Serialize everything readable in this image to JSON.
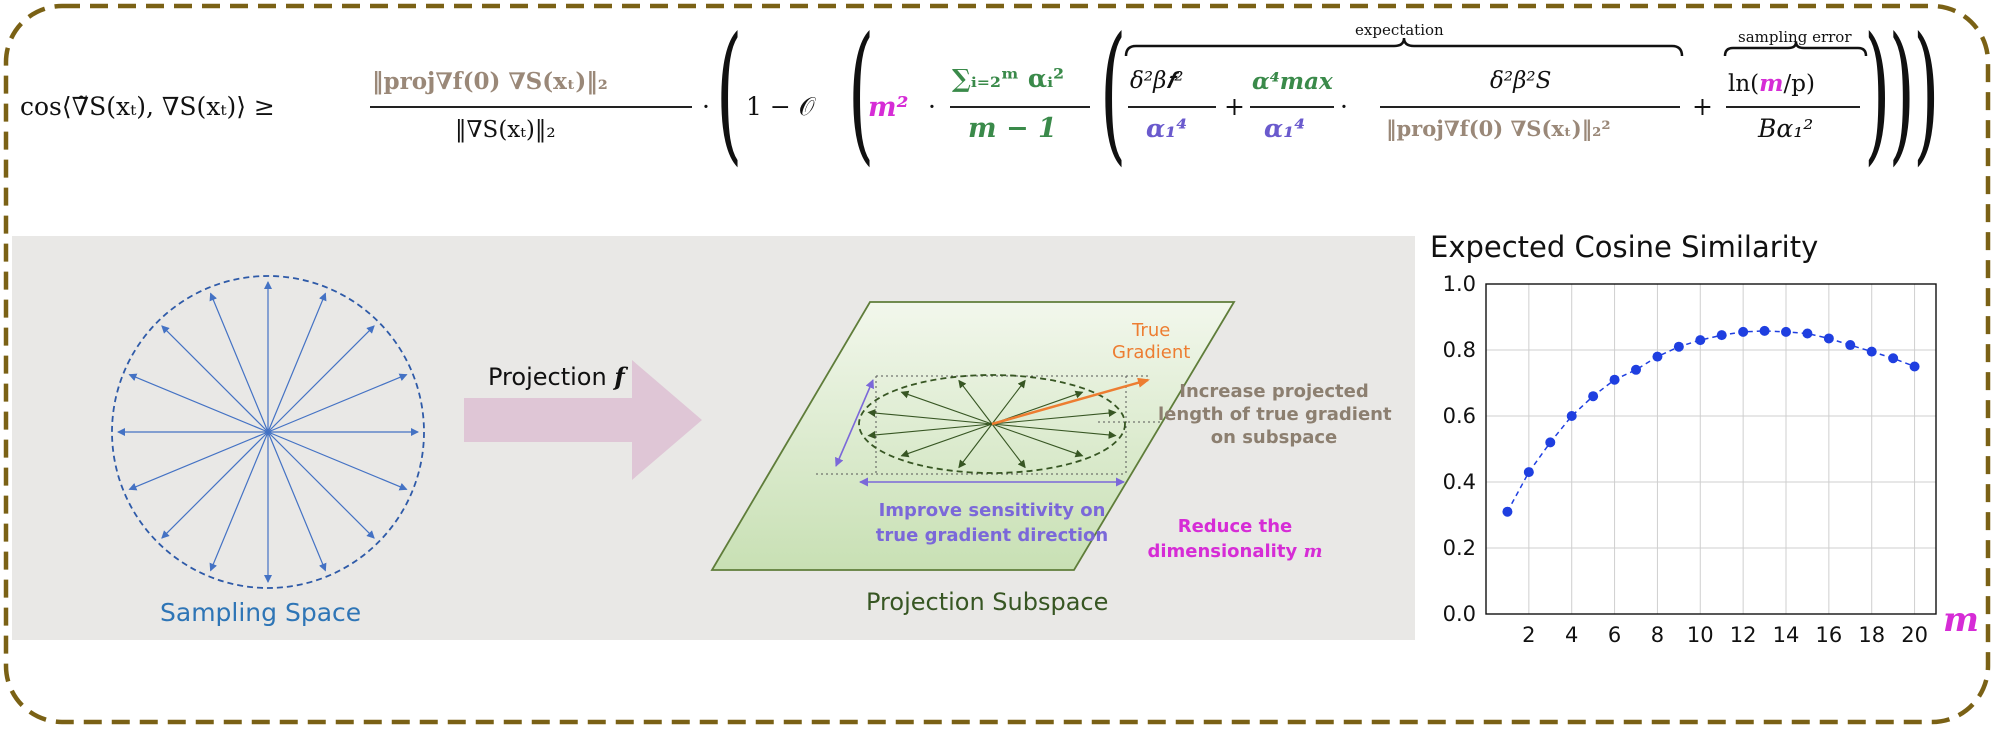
{
  "formula": {
    "lhs": "cos⟨∇̃S(xₜ), ∇S(xₜ)⟩ ≥",
    "frac1_num": "‖proj∇f(0) ∇S(xₜ)‖₂",
    "frac1_den": "‖∇S(xₜ)‖₂",
    "dot": "·",
    "one_minus_o": "1 − 𝒪",
    "m_squared": "m²",
    "sum_num": "∑ᵢ₌₂ᵐ αᵢ²",
    "sum_den": "m − 1",
    "expectation_label": "expectation",
    "sampling_error_label": "sampling error",
    "t1_num": "δ²β𝒇²",
    "t1_den": "α₁⁴",
    "plus": "+",
    "t2a_num": "α⁴max",
    "t2a_den": "α₁⁴",
    "t2b_num": "δ²β²S",
    "t2b_den": "‖proj∇f(0) ∇S(xₜ)‖₂²",
    "t3_num_pre": "ln(",
    "t3_num_m": "m",
    "t3_num_post": "/p)",
    "t3_den": "Bα₁²",
    "closing": ")))"
  },
  "diagram": {
    "sampling_space_label": "Sampling Space",
    "projection_label": "Projection",
    "projection_symbol": "f",
    "projection_subspace_label": "Projection Subspace",
    "true_gradient_label": [
      "True",
      "Gradient"
    ],
    "increase_label": [
      "Increase projected",
      "length of true gradient",
      "on subspace"
    ],
    "improve_label": [
      "Improve sensitivity on",
      "true gradient direction"
    ],
    "reduce_label": [
      "Reduce the",
      "dimensionality"
    ],
    "reduce_symbol": "m"
  },
  "colors": {
    "frame": "#7a6115",
    "panel_bg": "#e9e8e6",
    "circle_blue": "#4472c4",
    "sampling_text": "#2e75b6",
    "arrow_pink": "#dfc6d6",
    "plane_green": "#d8e9c8",
    "plane_edge": "#5f7d3a",
    "dark_green": "#375623",
    "orange": "#ed7d31",
    "taupe": "#8c7f70",
    "purple": "#7b68d9",
    "magenta": "#d62cd6",
    "formula_green": "#3a8a4a",
    "formula_purple": "#6a5acd",
    "formula_taupe": "#9a8878",
    "chart_blue": "#1f3fe0"
  },
  "chart_data": {
    "type": "line",
    "title": "Expected Cosine Similarity",
    "xlabel": "m",
    "ylabel": "",
    "x": [
      1,
      2,
      3,
      4,
      5,
      6,
      7,
      8,
      9,
      10,
      11,
      12,
      13,
      14,
      15,
      16,
      17,
      18,
      19,
      20
    ],
    "series": [
      {
        "values": [
          0.31,
          0.43,
          0.52,
          0.6,
          0.66,
          0.71,
          0.74,
          0.78,
          0.81,
          0.83,
          0.845,
          0.855,
          0.858,
          0.855,
          0.85,
          0.835,
          0.815,
          0.795,
          0.775,
          0.75
        ]
      }
    ],
    "xticks": [
      2,
      4,
      6,
      8,
      10,
      12,
      14,
      16,
      18,
      20
    ],
    "yticks": [
      0.0,
      0.2,
      0.4,
      0.6,
      0.8,
      1.0
    ],
    "xlim": [
      0,
      21
    ],
    "ylim": [
      0,
      1.0
    ],
    "grid": true,
    "legend": "none"
  }
}
